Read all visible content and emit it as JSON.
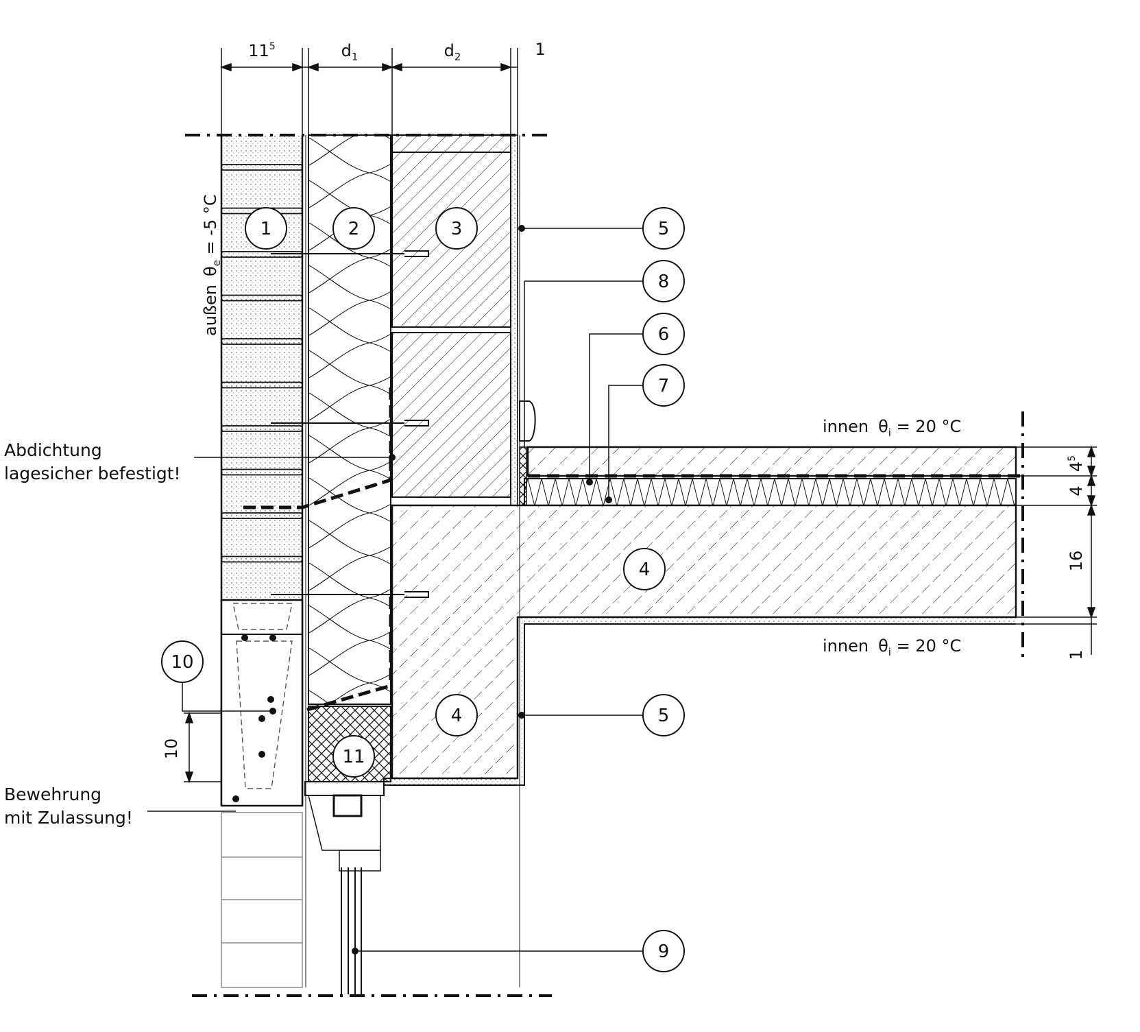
{
  "colors": {
    "line": "#111111",
    "paper": "#ffffff",
    "muted": "#8a8a8a"
  },
  "dimensions_top": {
    "outer_leaf": "11",
    "outer_leaf_sup": "5",
    "insulation": "d",
    "insulation_sub": "1",
    "inner_leaf": "d",
    "inner_leaf_sub": "2",
    "plaster": "1"
  },
  "dimensions_right": {
    "screed": "4",
    "screed_sup": "5",
    "impact_insulation": "4",
    "slab": "16",
    "ceiling_plaster": "1"
  },
  "dimension_lintel": "10",
  "climate": {
    "outside": "außen",
    "outside_symbol": "θ",
    "outside_sub": "e",
    "outside_value": " = -5 °C",
    "inside_top": "innen",
    "inside_bottom": "innen",
    "inside_symbol": "θ",
    "inside_sub": "i",
    "inside_value": " = 20 °C"
  },
  "callouts": {
    "c1": "1",
    "c2": "2",
    "c3": "3",
    "c4_slab": "4",
    "c4_lintel": "4",
    "c5_top": "5",
    "c5_bottom": "5",
    "c6": "6",
    "c7": "7",
    "c8": "8",
    "c9": "9",
    "c10": "10",
    "c11": "11"
  },
  "notes": {
    "waterproofing_line1": "Abdichtung",
    "waterproofing_line2": "lagesicher befestigt!",
    "reinforcement_line1": "Bewehrung",
    "reinforcement_line2": "mit Zulassung!"
  },
  "icons": [
    "dash-dot-break-line",
    "hatch-masonry",
    "hatch-concrete",
    "insulation-wave",
    "leader-dot"
  ]
}
